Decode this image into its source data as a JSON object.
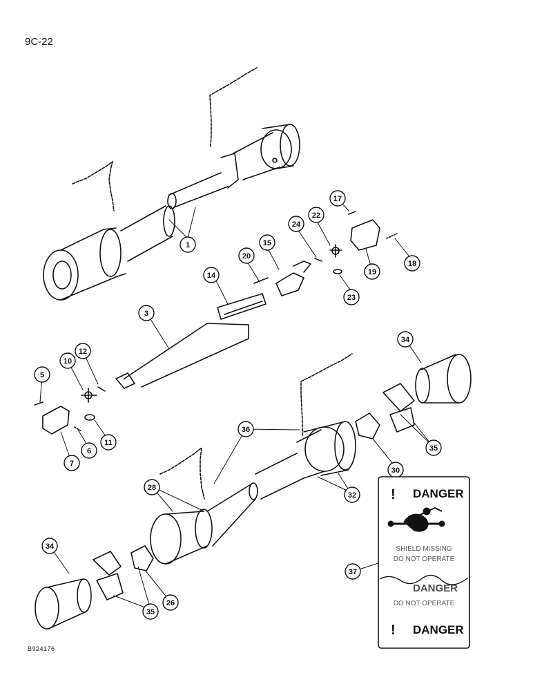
{
  "page": {
    "number": "9C-22",
    "figure_code": "B924176"
  },
  "callouts": [
    "1",
    "3",
    "5",
    "6",
    "7",
    "10",
    "11",
    "12",
    "14",
    "15",
    "17",
    "18",
    "19",
    "20",
    "22",
    "23",
    "24",
    "26",
    "28",
    "30",
    "32",
    "34",
    "34",
    "35",
    "35",
    "36",
    "37"
  ],
  "decal": {
    "warning_word": "DANGER",
    "exclamation": "!",
    "line_1": "SHIELD MISSING",
    "line_2": "DO NOT OPERATE",
    "line_3": "DO NOT OPERATE"
  }
}
